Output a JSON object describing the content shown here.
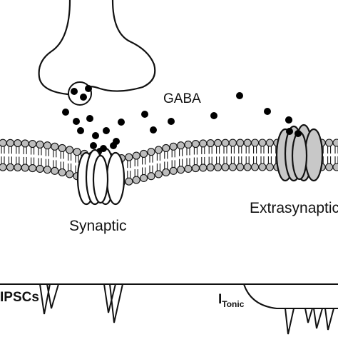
{
  "labels": {
    "gaba": "GABA",
    "synaptic": "Synaptic",
    "extrasynaptic": "Extrasynaptic",
    "ipscs": "IPSCs",
    "itonic_main": "I",
    "itonic_sub": "Tonic"
  },
  "colors": {
    "stroke": "#111111",
    "lipid_head": "#bdbdbd",
    "synaptic_receptor": "#ffffff",
    "extrasynaptic_receptor": "#c8c8c8",
    "gaba_dot": "#000000"
  }
}
